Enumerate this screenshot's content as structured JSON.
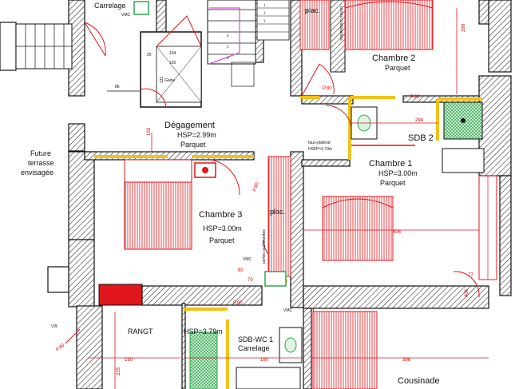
{
  "rooms": {
    "carrelage_top": "Carrelage",
    "degagement": "Dégagement",
    "degagement_hsp": "HSP=2.99m",
    "degagement_floor": "Parquet",
    "chambre2": "Chambre 2",
    "chambre2_floor": "Parquet",
    "sdb2": "SDB 2",
    "faux_plafond": "faux-plafond",
    "hsfp": "HSFP=2.70m",
    "chambre1": "Chambre 1",
    "chambre1_hsp": "HSP=3.00m",
    "chambre1_floor": "Parquet",
    "chambre3": "Chambre 3",
    "chambre3_hsp": "HSP=3.00m",
    "chambre3_floor": "Parquet",
    "terrasse_1": "Future",
    "terrasse_2": "terrasse",
    "terrasse_3": "envisagée",
    "rangt": "RANGT",
    "rangt_hsp": "HSP=3.79m",
    "sdbwc": "SDB-WC 1",
    "sdbwc_floor": "Carrelage",
    "cousinade": "Cousinade",
    "placard_1": "plac.",
    "placard_2": "plac.",
    "vmc_1": "VMC",
    "vmc_2": "VMC",
    "vmc_3": "VMC",
    "portes_coulissantes_1": "portes coulissantes",
    "portes_coulissantes_2": "portes coulissantes",
    "vb": "V.B.",
    "gaine": "Gaine"
  },
  "dimensions": {
    "d104": "104",
    "d120": "120",
    "d25": "25",
    "d131": "131",
    "d86": "86",
    "d103": "103",
    "p80_a": "P.80",
    "p80_b": "P.80",
    "p80_c": "P.80",
    "p80_d": "P.80",
    "p80_e": "P.80",
    "d294": "294",
    "d406": "406",
    "d80": "80",
    "d70": "70",
    "d190": "190",
    "d180": "180",
    "d396": "396",
    "d77": "77",
    "d406b": "406",
    "d225": "225",
    "d298": "298"
  },
  "stairs": [
    "1",
    "2",
    "3",
    "4",
    "5",
    "6"
  ],
  "colors": {
    "wall": "#111111",
    "dimension_red": "#e0161b",
    "door_yellow": "#f2c21a",
    "tile_green": "#2aa84a",
    "stair_pink": "#d94fcf"
  }
}
